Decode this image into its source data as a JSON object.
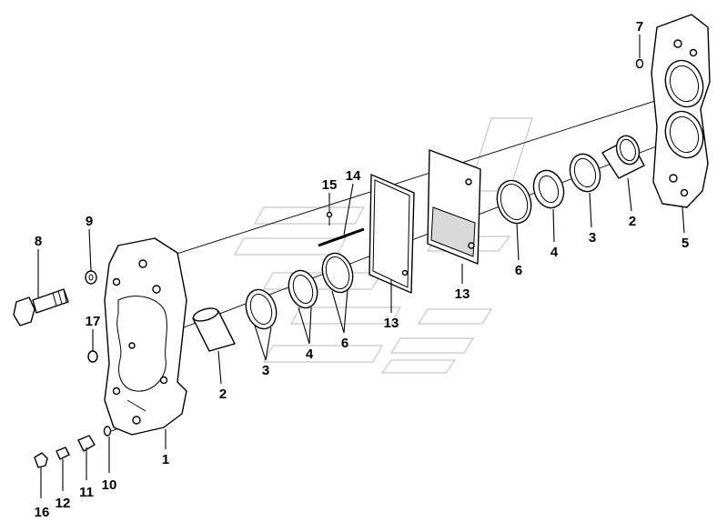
{
  "labels": {
    "p1": "1",
    "p2a": "2",
    "p2b": "2",
    "p3a": "3",
    "p3b": "3",
    "p4a": "4",
    "p4b": "4",
    "p5": "5",
    "p6a": "6",
    "p6b": "6",
    "p7": "7",
    "p8": "8",
    "p9": "9",
    "p10": "10",
    "p11": "11",
    "p12": "12",
    "p13a": "13",
    "p13b": "13",
    "p14": "14",
    "p15": "15",
    "p16": "16",
    "p17": "17"
  },
  "colors": {
    "line": "#000000",
    "background": "#ffffff",
    "watermark": "#c8c8c8"
  }
}
